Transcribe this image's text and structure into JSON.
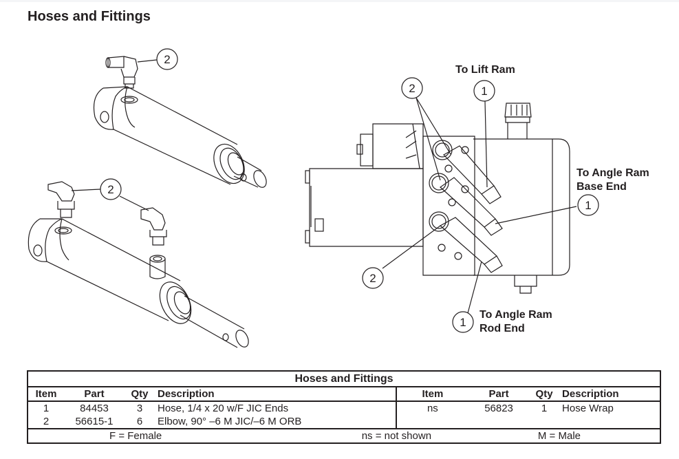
{
  "page": {
    "title": "Hoses and Fittings"
  },
  "diagram": {
    "labels": {
      "lift_ram": "To Lift Ram",
      "angle_base_line1": "To Angle Ram",
      "angle_base_line2": "Base End",
      "angle_rod_line1": "To Angle Ram",
      "angle_rod_line2": "Rod End"
    },
    "balloons": {
      "left_top": "2",
      "left_bottom": "2",
      "pump_top_2": "2",
      "pump_lift_1": "1",
      "pump_base_1": "1",
      "pump_bottom_2": "2",
      "pump_rod_1": "1"
    }
  },
  "table": {
    "title": "Hoses and Fittings",
    "headers": [
      "Item",
      "Part",
      "Qty",
      "Description"
    ],
    "left_rows": [
      {
        "item": "1",
        "part": "84453",
        "qty": "3",
        "description": "Hose, 1/4 x 20 w/F JIC Ends"
      },
      {
        "item": "2",
        "part": "56615-1",
        "qty": "6",
        "description": "Elbow, 90° –6 M JIC/–6 M ORB"
      }
    ],
    "right_rows": [
      {
        "item": "ns",
        "part": "56823",
        "qty": "1",
        "description": "Hose Wrap"
      },
      {
        "item": "",
        "part": "",
        "qty": "",
        "description": ""
      }
    ],
    "legend": {
      "female": "F = Female",
      "not_shown": "ns = not shown",
      "male": "M = Male"
    }
  }
}
